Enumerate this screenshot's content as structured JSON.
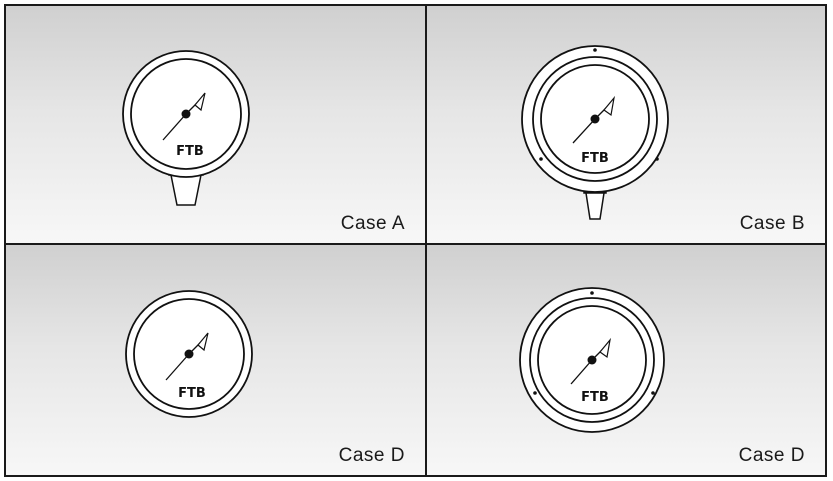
{
  "panels": [
    {
      "label": "Case A",
      "dial_text": "FTB"
    },
    {
      "label": "Case B",
      "dial_text": "FTB"
    },
    {
      "label": "Case D",
      "dial_text": "FTB"
    },
    {
      "label": "Case D",
      "dial_text": "FTB"
    }
  ],
  "colors": {
    "line": "#111111",
    "panel_top": "#d0d0d0",
    "panel_bottom": "#f7f7f7",
    "dial_face": "#ffffff"
  }
}
